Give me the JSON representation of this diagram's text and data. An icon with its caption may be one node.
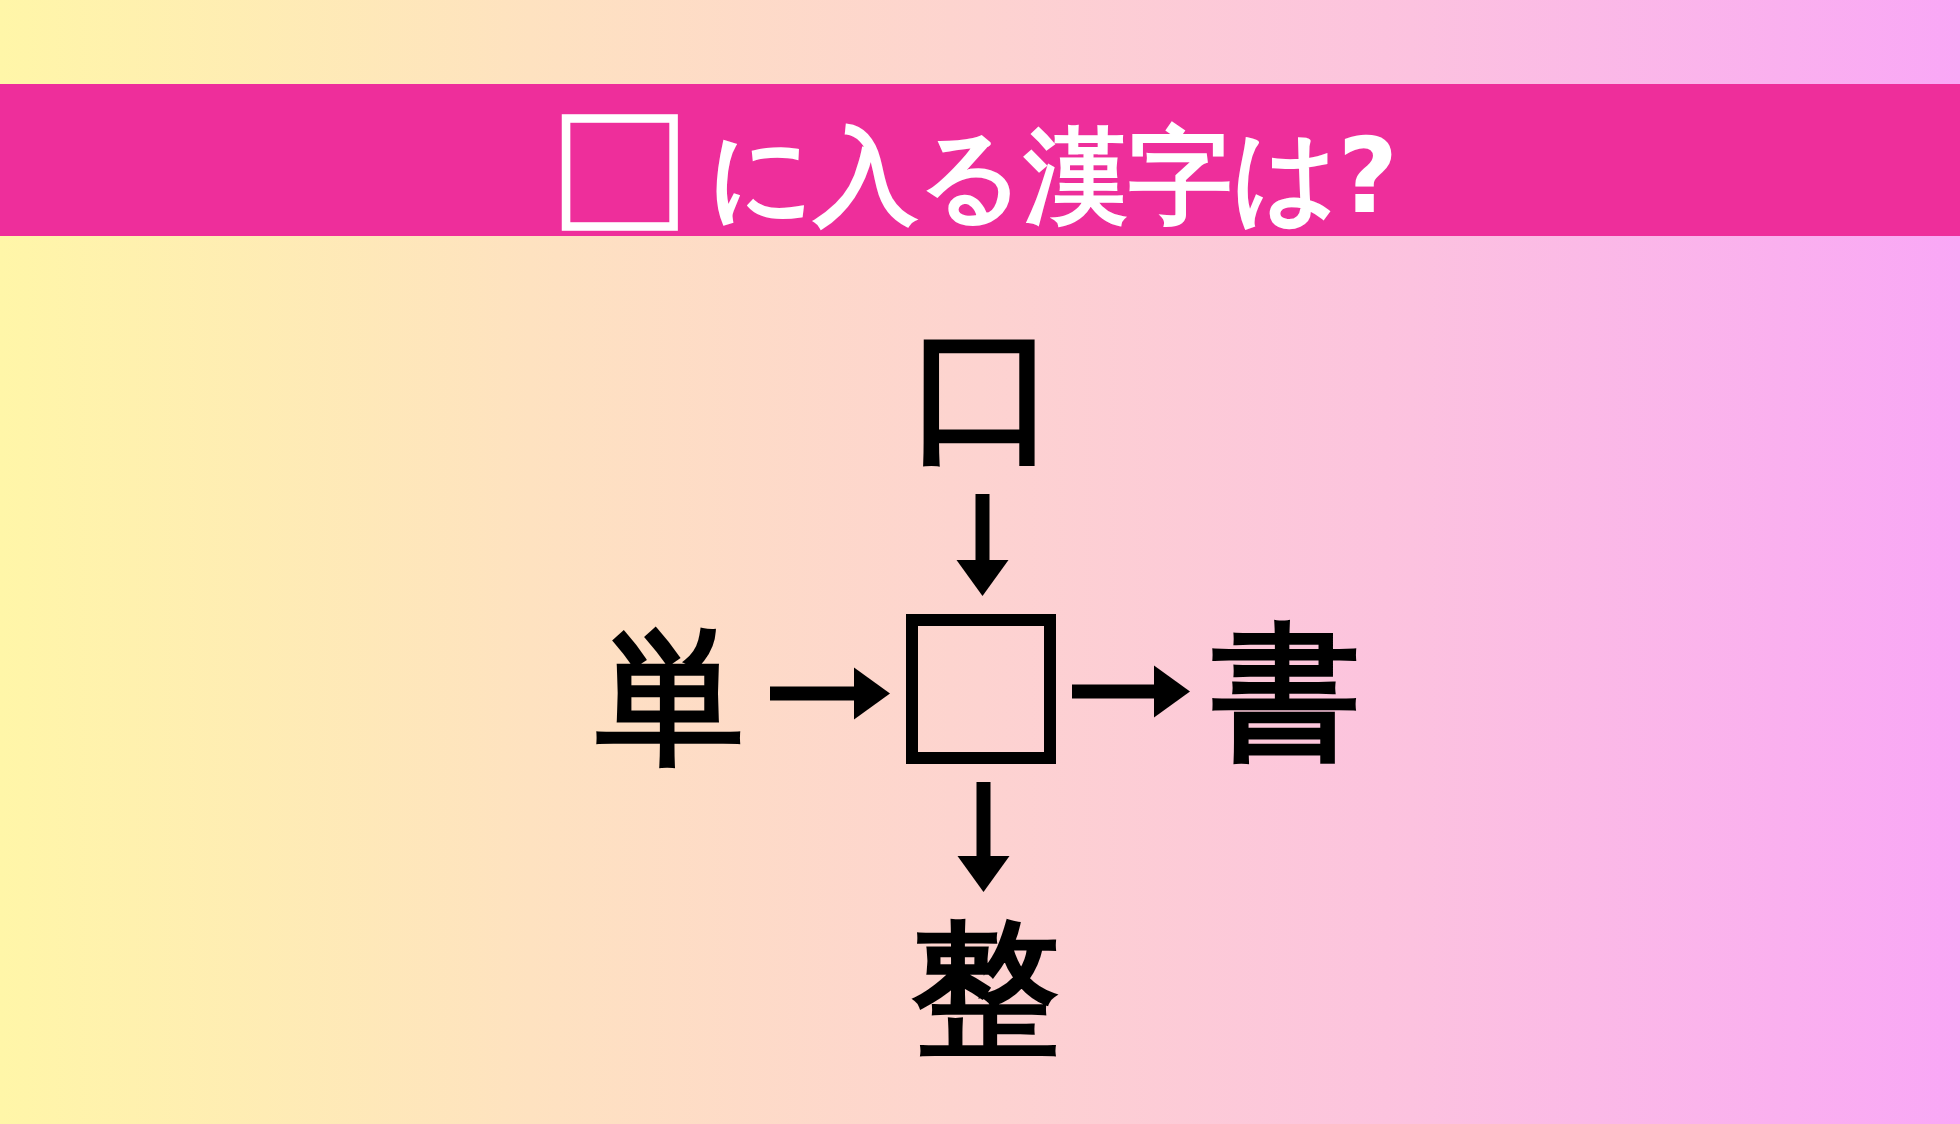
{
  "diagram": {
    "title": "□に入る漢字は?",
    "nodes": [
      {
        "text": [
          "口"
        ]
      },
      {
        "text": [
          "単"
        ]
      },
      {
        "text": [],
        "shape": "box"
      },
      {
        "text": [
          "書"
        ]
      },
      {
        "text": [
          "整"
        ]
      }
    ],
    "edges": [
      {
        "from": 0,
        "to": 2,
        "arrow": "to"
      },
      {
        "from": 1,
        "to": 2,
        "arrow": "to"
      },
      {
        "from": 2,
        "to": 3,
        "arrow": "to"
      },
      {
        "from": 2,
        "to": 4,
        "arrow": "to"
      }
    ]
  }
}
